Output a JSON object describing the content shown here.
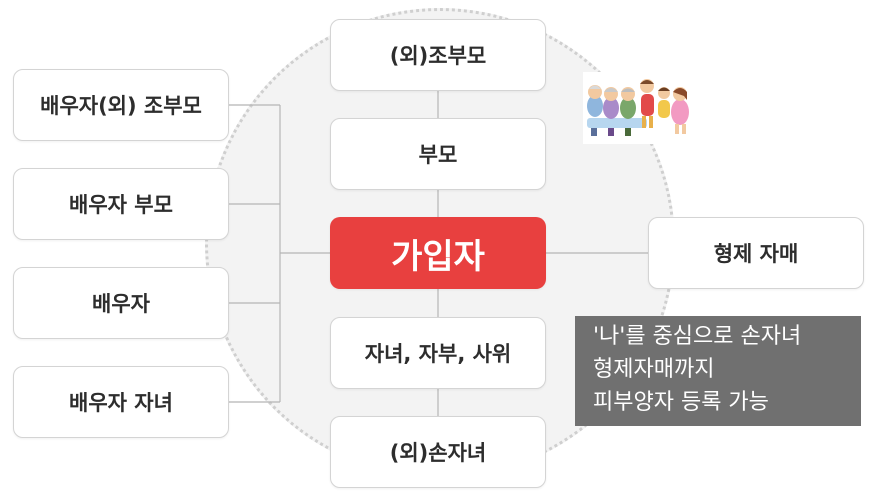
{
  "nodes": {
    "grandparents": "(외)조부모",
    "parents": "부모",
    "self": "가입자",
    "children": "자녀, 자부, 사위",
    "grandchildren": "(외)손자녀",
    "spouse_grandparents": "배우자(외) 조부모",
    "spouse_parents": "배우자 부모",
    "spouse": "배우자",
    "spouse_children": "배우자 자녀",
    "siblings": "형제 자매"
  },
  "note": {
    "lines": [
      "'나'를 중심으로 손자녀",
      "형제자매까지",
      "피부양자 등록 가능"
    ]
  },
  "colors": {
    "center": "#e8403f",
    "note_bg": "#707070",
    "circle_bg": "#f3f3f3",
    "line": "#b5b5b5"
  },
  "icons": {
    "illustration": "family-figurines-icon"
  }
}
